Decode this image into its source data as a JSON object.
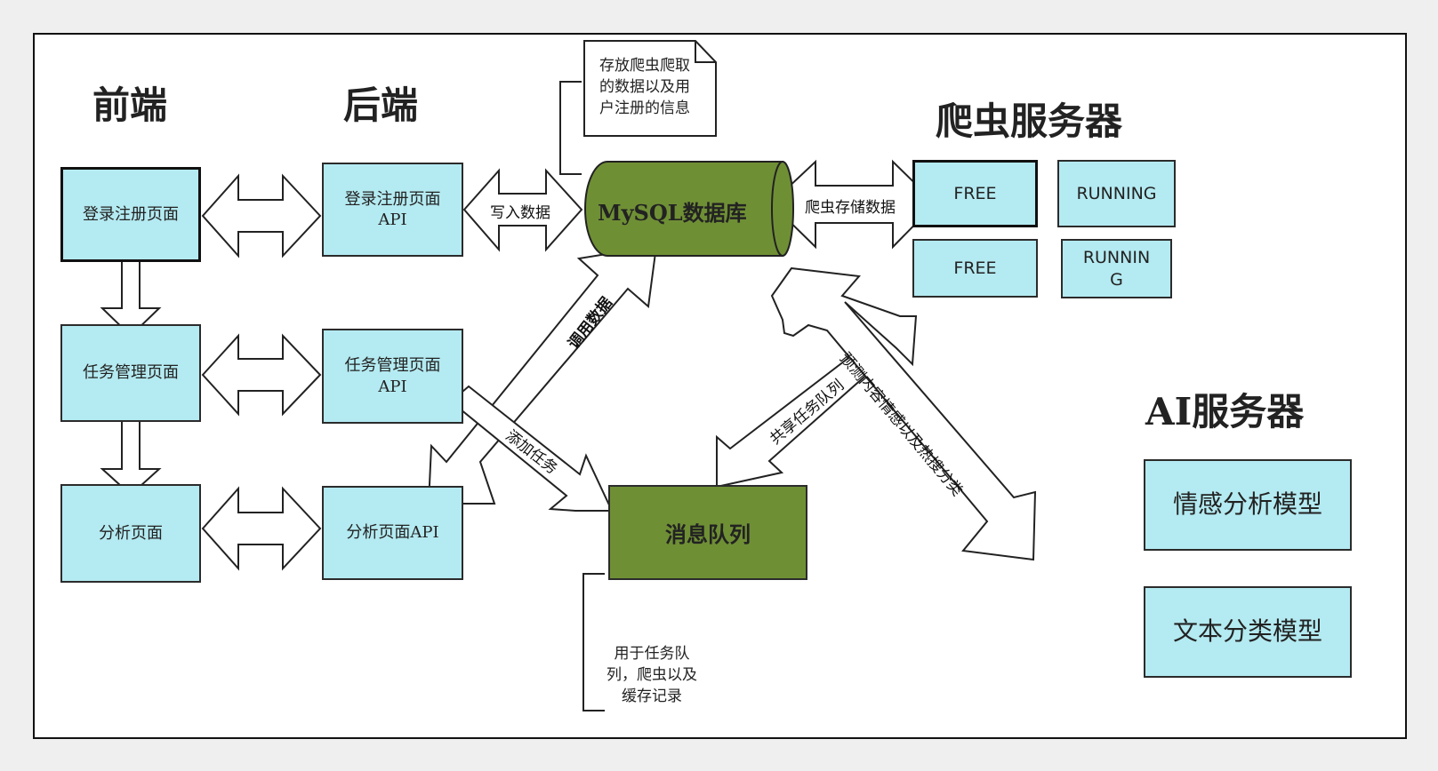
{
  "headings": {
    "frontend": "前端",
    "backend": "后端",
    "crawler_server": "爬虫服务器",
    "ai_server": "AI服务器"
  },
  "frontend": {
    "login": "登录注册页面",
    "task": "任务管理页面",
    "analysis": "分析页面"
  },
  "backend": {
    "login_api": "登录注册页面\nAPI",
    "task_api": "任务管理页面\nAPI",
    "analysis_api": "分析页面API"
  },
  "database": {
    "label": "MySQL数据库",
    "note": "存放爬虫爬取\n的数据以及用\n户注册的信息"
  },
  "queue": {
    "label": "消息队列",
    "note": "用于任务队\n列，爬虫以及\n缓存记录"
  },
  "crawlers": [
    "FREE",
    "RUNNING",
    "FREE",
    "RUNNIN\nG"
  ],
  "ai_models": [
    "情感分析模型",
    "文本分类模型"
  ],
  "arrow_labels": {
    "write_data": "写入数据",
    "crawler_store": "爬虫存储数据",
    "call_data": "调用数据",
    "add_task": "添加任务",
    "shared_queue": "共享任务队列",
    "predict": "预测内容情感以及热搜分类"
  },
  "colors": {
    "box_fill": "#b4eaf1",
    "green_fill": "#6f8f35"
  }
}
